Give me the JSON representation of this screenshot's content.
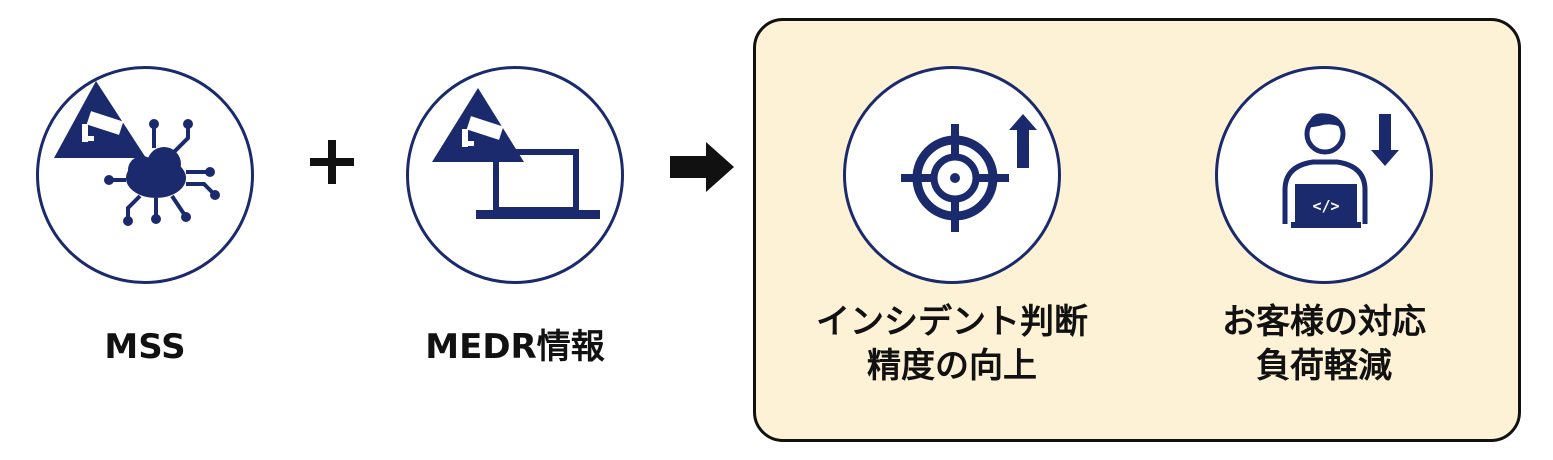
{
  "colors": {
    "navy": "#1a2a6c",
    "panel_bg": "#fdf2d6",
    "panel_border": "#111111"
  },
  "inputs": [
    {
      "label": "MSS",
      "icon": "camera-cloud-network-icon"
    },
    {
      "label": "MEDR情報",
      "icon": "camera-laptop-icon"
    }
  ],
  "operators": {
    "plus": "+",
    "arrow": "right-arrow"
  },
  "outcomes": [
    {
      "line1": "インシデント判断",
      "line2": "精度の向上",
      "icon": "target-up-arrow-icon"
    },
    {
      "line1": "お客様の対応",
      "line2": "負荷軽減",
      "icon": "person-laptop-down-arrow-icon"
    }
  ]
}
